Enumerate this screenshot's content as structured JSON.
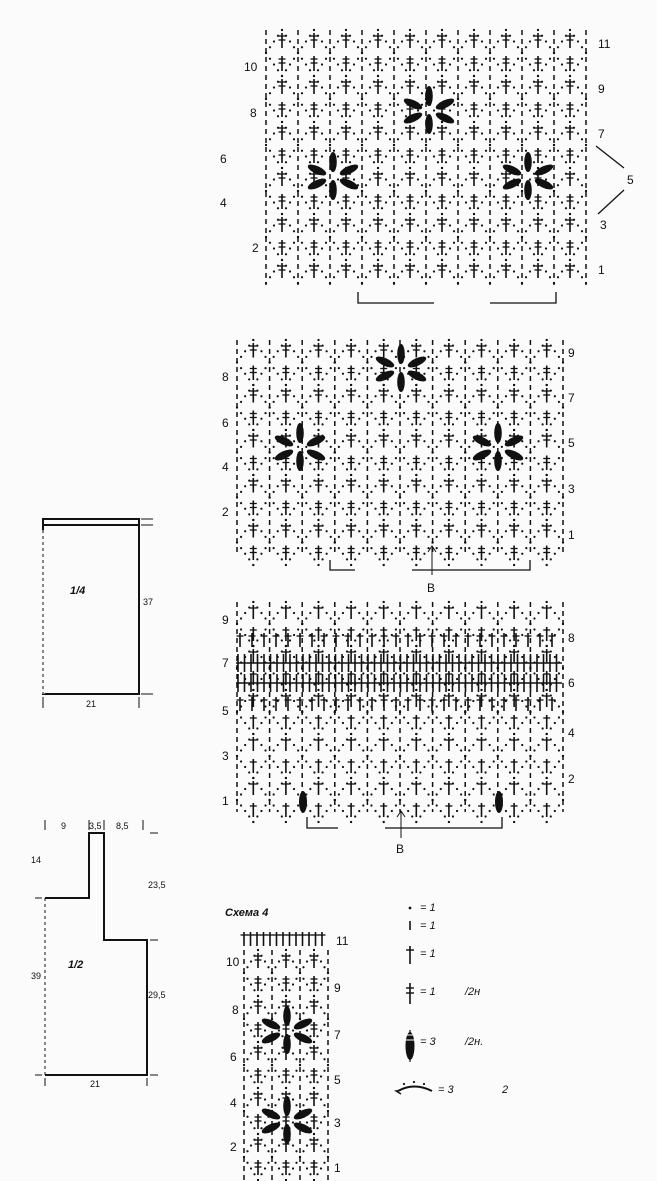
{
  "chart1": {
    "row_labels_left": [
      "10",
      "8",
      "6",
      "4",
      "2"
    ],
    "row_labels_right": [
      "11",
      "9",
      "7",
      "5",
      "3",
      "1"
    ]
  },
  "chart2": {
    "row_labels_left": [
      "8",
      "6",
      "4",
      "2"
    ],
    "row_labels_right": [
      "9",
      "7",
      "5",
      "3",
      "1"
    ],
    "marker": "B"
  },
  "chart3": {
    "row_labels_left": [
      "9",
      "7",
      "5",
      "3",
      "1"
    ],
    "row_labels_right": [
      "8",
      "6",
      "4",
      "2"
    ],
    "marker": "B"
  },
  "schema4": {
    "title": "Схема 4",
    "row_labels_left": [
      "10",
      "8",
      "6",
      "4",
      "2"
    ],
    "row_labels_right": [
      "11",
      "9",
      "7",
      "5",
      "3",
      "1"
    ]
  },
  "pattern1": {
    "piece": "1/4",
    "width": "21",
    "height": "37"
  },
  "pattern2": {
    "piece": "1/2",
    "top_left": "9",
    "top_mid": "3,5",
    "top_right": "8,5",
    "strap_height": "14",
    "side_upper": "23,5",
    "side_left": "39",
    "side_lower": "29,5",
    "bottom": "21"
  },
  "legend": [
    {
      "symbol": "dot-icon",
      "eq": "= 1",
      "note": ""
    },
    {
      "symbol": "bar-icon",
      "eq": "= 1",
      "note": ""
    },
    {
      "symbol": "dc-icon",
      "eq": "= 1",
      "note": ""
    },
    {
      "symbol": "double-dc-icon",
      "eq": "= 1",
      "note": "/2н"
    },
    {
      "symbol": "cluster-icon",
      "eq": "= 3",
      "note": "/2н."
    },
    {
      "symbol": "chain-arc-icon",
      "eq": "= 3",
      "note": "2"
    }
  ]
}
